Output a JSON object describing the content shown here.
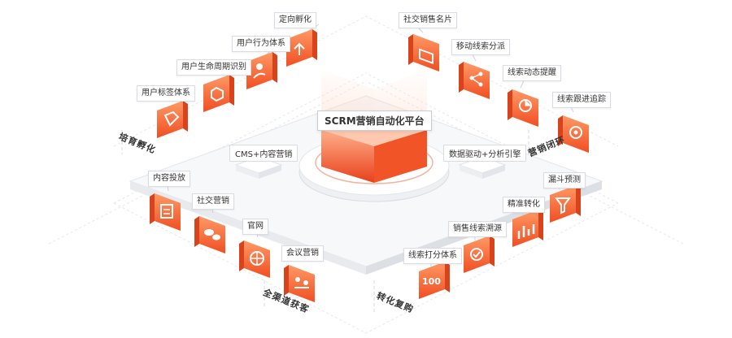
{
  "platform": {
    "title": "SCRM营销自动化平台"
  },
  "center_modules": {
    "left": "CMS+内容营销",
    "right": "数据驱动+分析引擎"
  },
  "groups": {
    "nurture": "培育孵化",
    "closed_loop": "营销闭环",
    "channels": "全渠道获客",
    "conversion": "转化复购"
  },
  "nodes": {
    "targeted_incubation": "定向孵化",
    "user_behavior": "用户行为体系",
    "lifecycle": "用户生命周期识别",
    "user_tags": "用户标签体系",
    "social_card": "社交销售名片",
    "mobile_dispatch": "移动线索分派",
    "lead_alert": "线索动态提醒",
    "lead_tracking": "线索跟进追踪",
    "content_delivery": "内容投放",
    "social_marketing": "社交营销",
    "website": "官网",
    "meeting_marketing": "会议营销",
    "funnel_prediction": "漏斗预测",
    "precise_conversion": "精准转化",
    "lead_source": "销售线索溯源",
    "lead_scoring": "线索打分体系",
    "score_value": "100"
  },
  "colors": {
    "accent": "#f05a28",
    "accent_light": "#ff8a52",
    "platform_top": "#f7f8fa"
  }
}
